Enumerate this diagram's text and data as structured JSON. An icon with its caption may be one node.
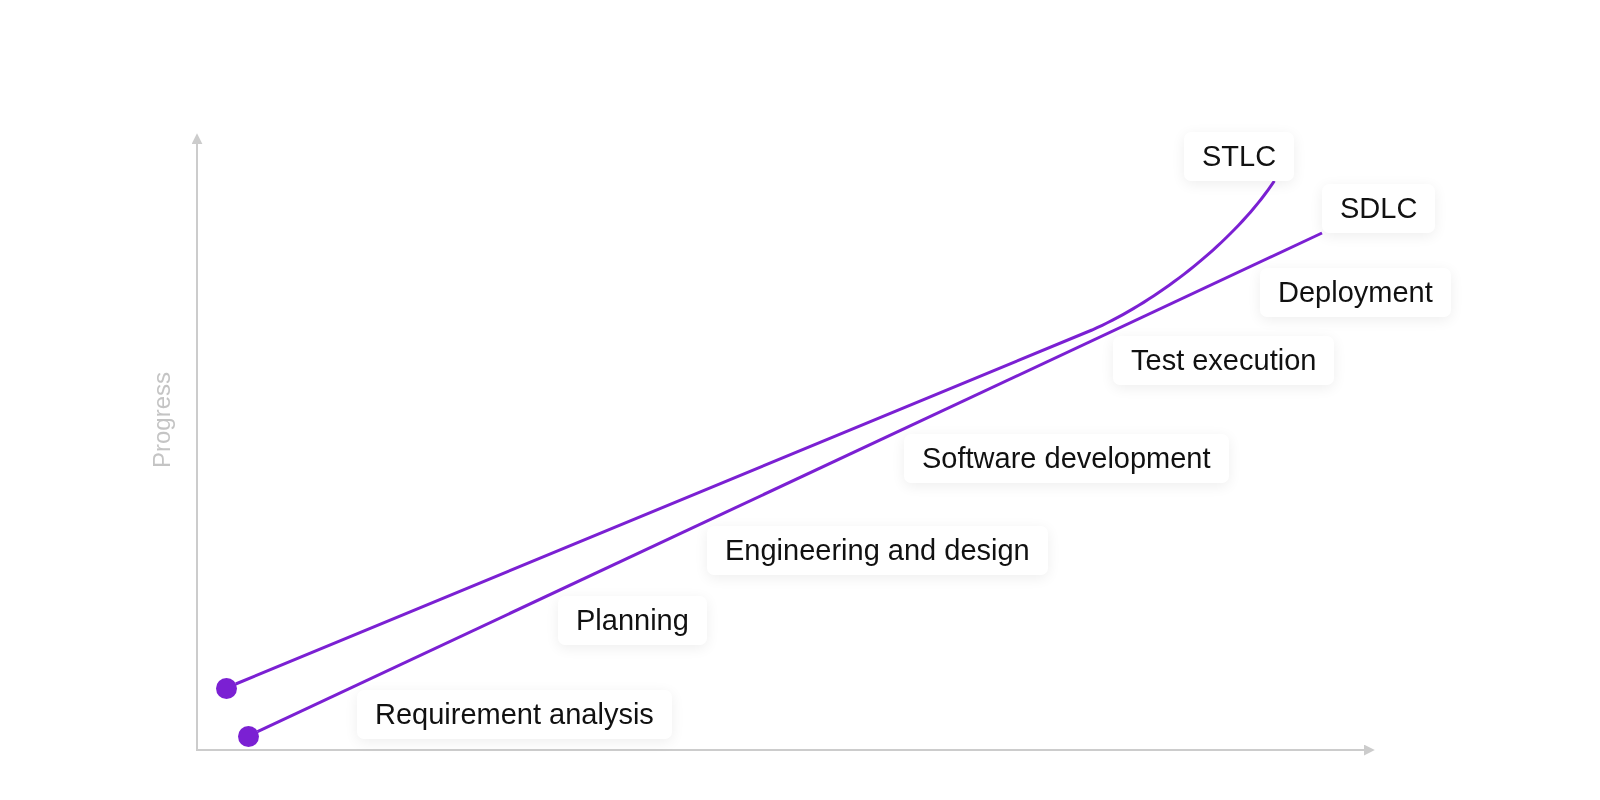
{
  "diagram": {
    "nodes": [
      {
        "text": [
          "STLC"
        ]
      },
      {
        "text": [
          "SDLC"
        ]
      },
      {
        "text": [
          "Deployment"
        ]
      },
      {
        "text": [
          "Test execution"
        ]
      },
      {
        "text": [
          "Software development"
        ]
      },
      {
        "text": [
          "Engineering and design"
        ]
      },
      {
        "text": [
          "Planning"
        ]
      },
      {
        "text": [
          "Requirement analysis"
        ]
      },
      {
        "text": [],
        "shape": "circle"
      },
      {
        "text": [],
        "shape": "circle"
      }
    ],
    "edges": [
      {
        "from": 8,
        "to": 0,
        "arrow": "none"
      },
      {
        "from": 9,
        "to": 1,
        "arrow": "none"
      }
    ],
    "labels": [
      "Progress"
    ]
  }
}
